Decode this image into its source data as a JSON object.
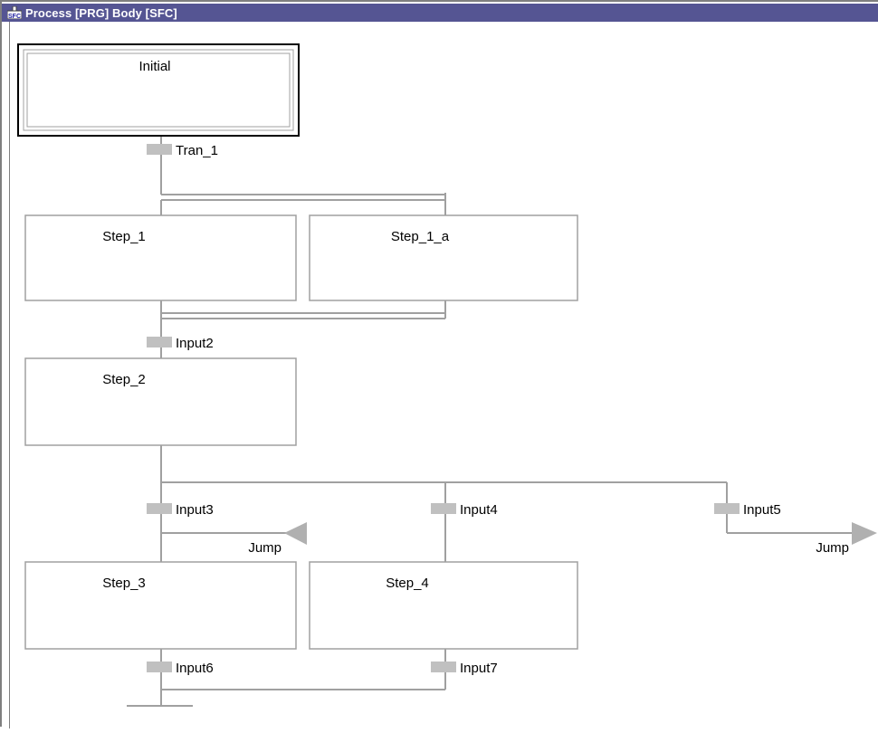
{
  "window": {
    "title": "Process [PRG] Body [SFC]",
    "title_icon": "sfc-icon"
  },
  "sfc": {
    "steps": {
      "initial": "Initial",
      "step_1": "Step_1",
      "step_1_a": "Step_1_a",
      "step_2": "Step_2",
      "step_3": "Step_3",
      "step_4": "Step_4"
    },
    "transitions": {
      "tran_1": "Tran_1",
      "input2": "Input2",
      "input3": "Input3",
      "input4": "Input4",
      "input5": "Input5",
      "input6": "Input6",
      "input7": "Input7"
    },
    "jumps": {
      "jump_1": "Jump",
      "jump_2": "Jump"
    }
  },
  "colors": {
    "titlebar": "#555593",
    "line": "#a0a0a0",
    "transition_block": "#c0c0c0",
    "selected_border": "#000000"
  }
}
